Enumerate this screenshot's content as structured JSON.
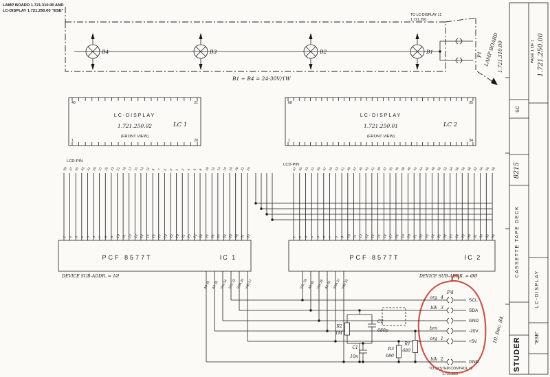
{
  "header": {
    "line1": "LAMP BOARD 1.721.310.00 AND",
    "line2": "LC-DISPLAY 1.721.250.00 \"ESE\""
  },
  "lamp_board": {
    "lamps": [
      "B4",
      "B3",
      "B2",
      "B1"
    ],
    "note": "B1 ÷ B4 = 24-30V/1W",
    "connector": "P1",
    "to_label_line1": "TO LC-DISPLAY J1",
    "to_label_line2": "1.721.250",
    "annot_board": "LAMP BOARD",
    "annot_part": "1.721.310.00"
  },
  "displays": [
    {
      "title": "LC-DISPLAY",
      "part": "1.721.250.02",
      "view": "(FRONT VIEW)",
      "ref": "LC 1",
      "pin_top_left": "40",
      "pin_top_right": "21",
      "pin_bottom_left": "1",
      "pin_bottom_right": "20",
      "bus_label": "LCD-PIN"
    },
    {
      "title": "LC-DISPLAY",
      "part": "1.721.250.01",
      "view": "(FRONT VIEW)",
      "ref": "LC 2",
      "pin_top_left": "68",
      "pin_top_right": "35",
      "pin_bottom_left": "1",
      "pin_bottom_right": "34",
      "bus_label": "LCD-PIN"
    }
  ],
  "ics": [
    {
      "name": "PCF 8577T",
      "ref": "IC 1",
      "subaddr": "DEVICE SUB-ADDR. = 1Ø",
      "lcd_pins": "39 37 35 33 31 29 27 25 23 21 19 17 15 13 11 9 7 5 3 1 2 4 6 8 10 12 14 16 18 20 22 24",
      "ic_pins": "1 2 3 4 5 6 7 8 9 10 11 12 13 14 15 16 17 18 19 20 21 22 23 24 25 26 27 28 29 30 31 32",
      "bottom_pins": [
        "A0 38",
        "A1 36",
        "Vss 34",
        "SCL 33",
        "SDA 35",
        "Vdd 37"
      ]
    },
    {
      "name": "PCF 8577T",
      "ref": "IC 2",
      "subaddr": "DEVICE SUB-ADDR. = ØØ",
      "lcd_pins": "67 65 63 61 59 57 55 53 51 49 47 45 43 41 39 37 35 36 38 40 42 44 46 48 50 52 54 56 58 60 62 64 66 68",
      "ic_pins": "1 2 3 4 5 6 7 8 9 10 11 12 13 14 15 16 17 18 19 20 21 22 23 24 25 26 27 28 29 30 31 32 33 34",
      "bottom_pins": [
        "SCL 39",
        "A0 40",
        "Vss 38",
        "A1 36",
        "SDA 37",
        "Vdd 35"
      ]
    }
  ],
  "components": [
    {
      "ref": "R2",
      "value": "1M"
    },
    {
      "ref": "C2",
      "value": "680p"
    },
    {
      "ref": "R1",
      "value": "680"
    },
    {
      "ref": "C1",
      "value": "10n"
    },
    {
      "ref": "R3",
      "value": "680"
    }
  ],
  "p4": {
    "name": "P4",
    "pins": [
      {
        "color": "org",
        "pin": "4",
        "signal": "SCL"
      },
      {
        "color": "blk",
        "pin": "3",
        "signal": "SDA"
      },
      {
        "color": "",
        "pin": "",
        "signal": "GND"
      },
      {
        "color": "brn",
        "pin": "",
        "signal": "-20V"
      },
      {
        "color": "org",
        "pin": "1",
        "signal": "+5V"
      },
      {
        "color": "blk",
        "pin": "2",
        "signal": "GND"
      }
    ],
    "to_label_line1": "TO SYSTEM CONTROL J9",
    "to_label_line2": "1.721.220"
  },
  "title_block": {
    "page": "PAGE 1 OF 1",
    "doc_number": "1.721.250.00",
    "sc": "SC",
    "code": "8215",
    "product": "CASSETTE TAPE DECK",
    "sheet_title": "LC-DISPLAY",
    "variant": "\"ESE\"",
    "brand": "STUDER",
    "date": "10. Dec. 84."
  },
  "annotation_color": "#c23a30"
}
